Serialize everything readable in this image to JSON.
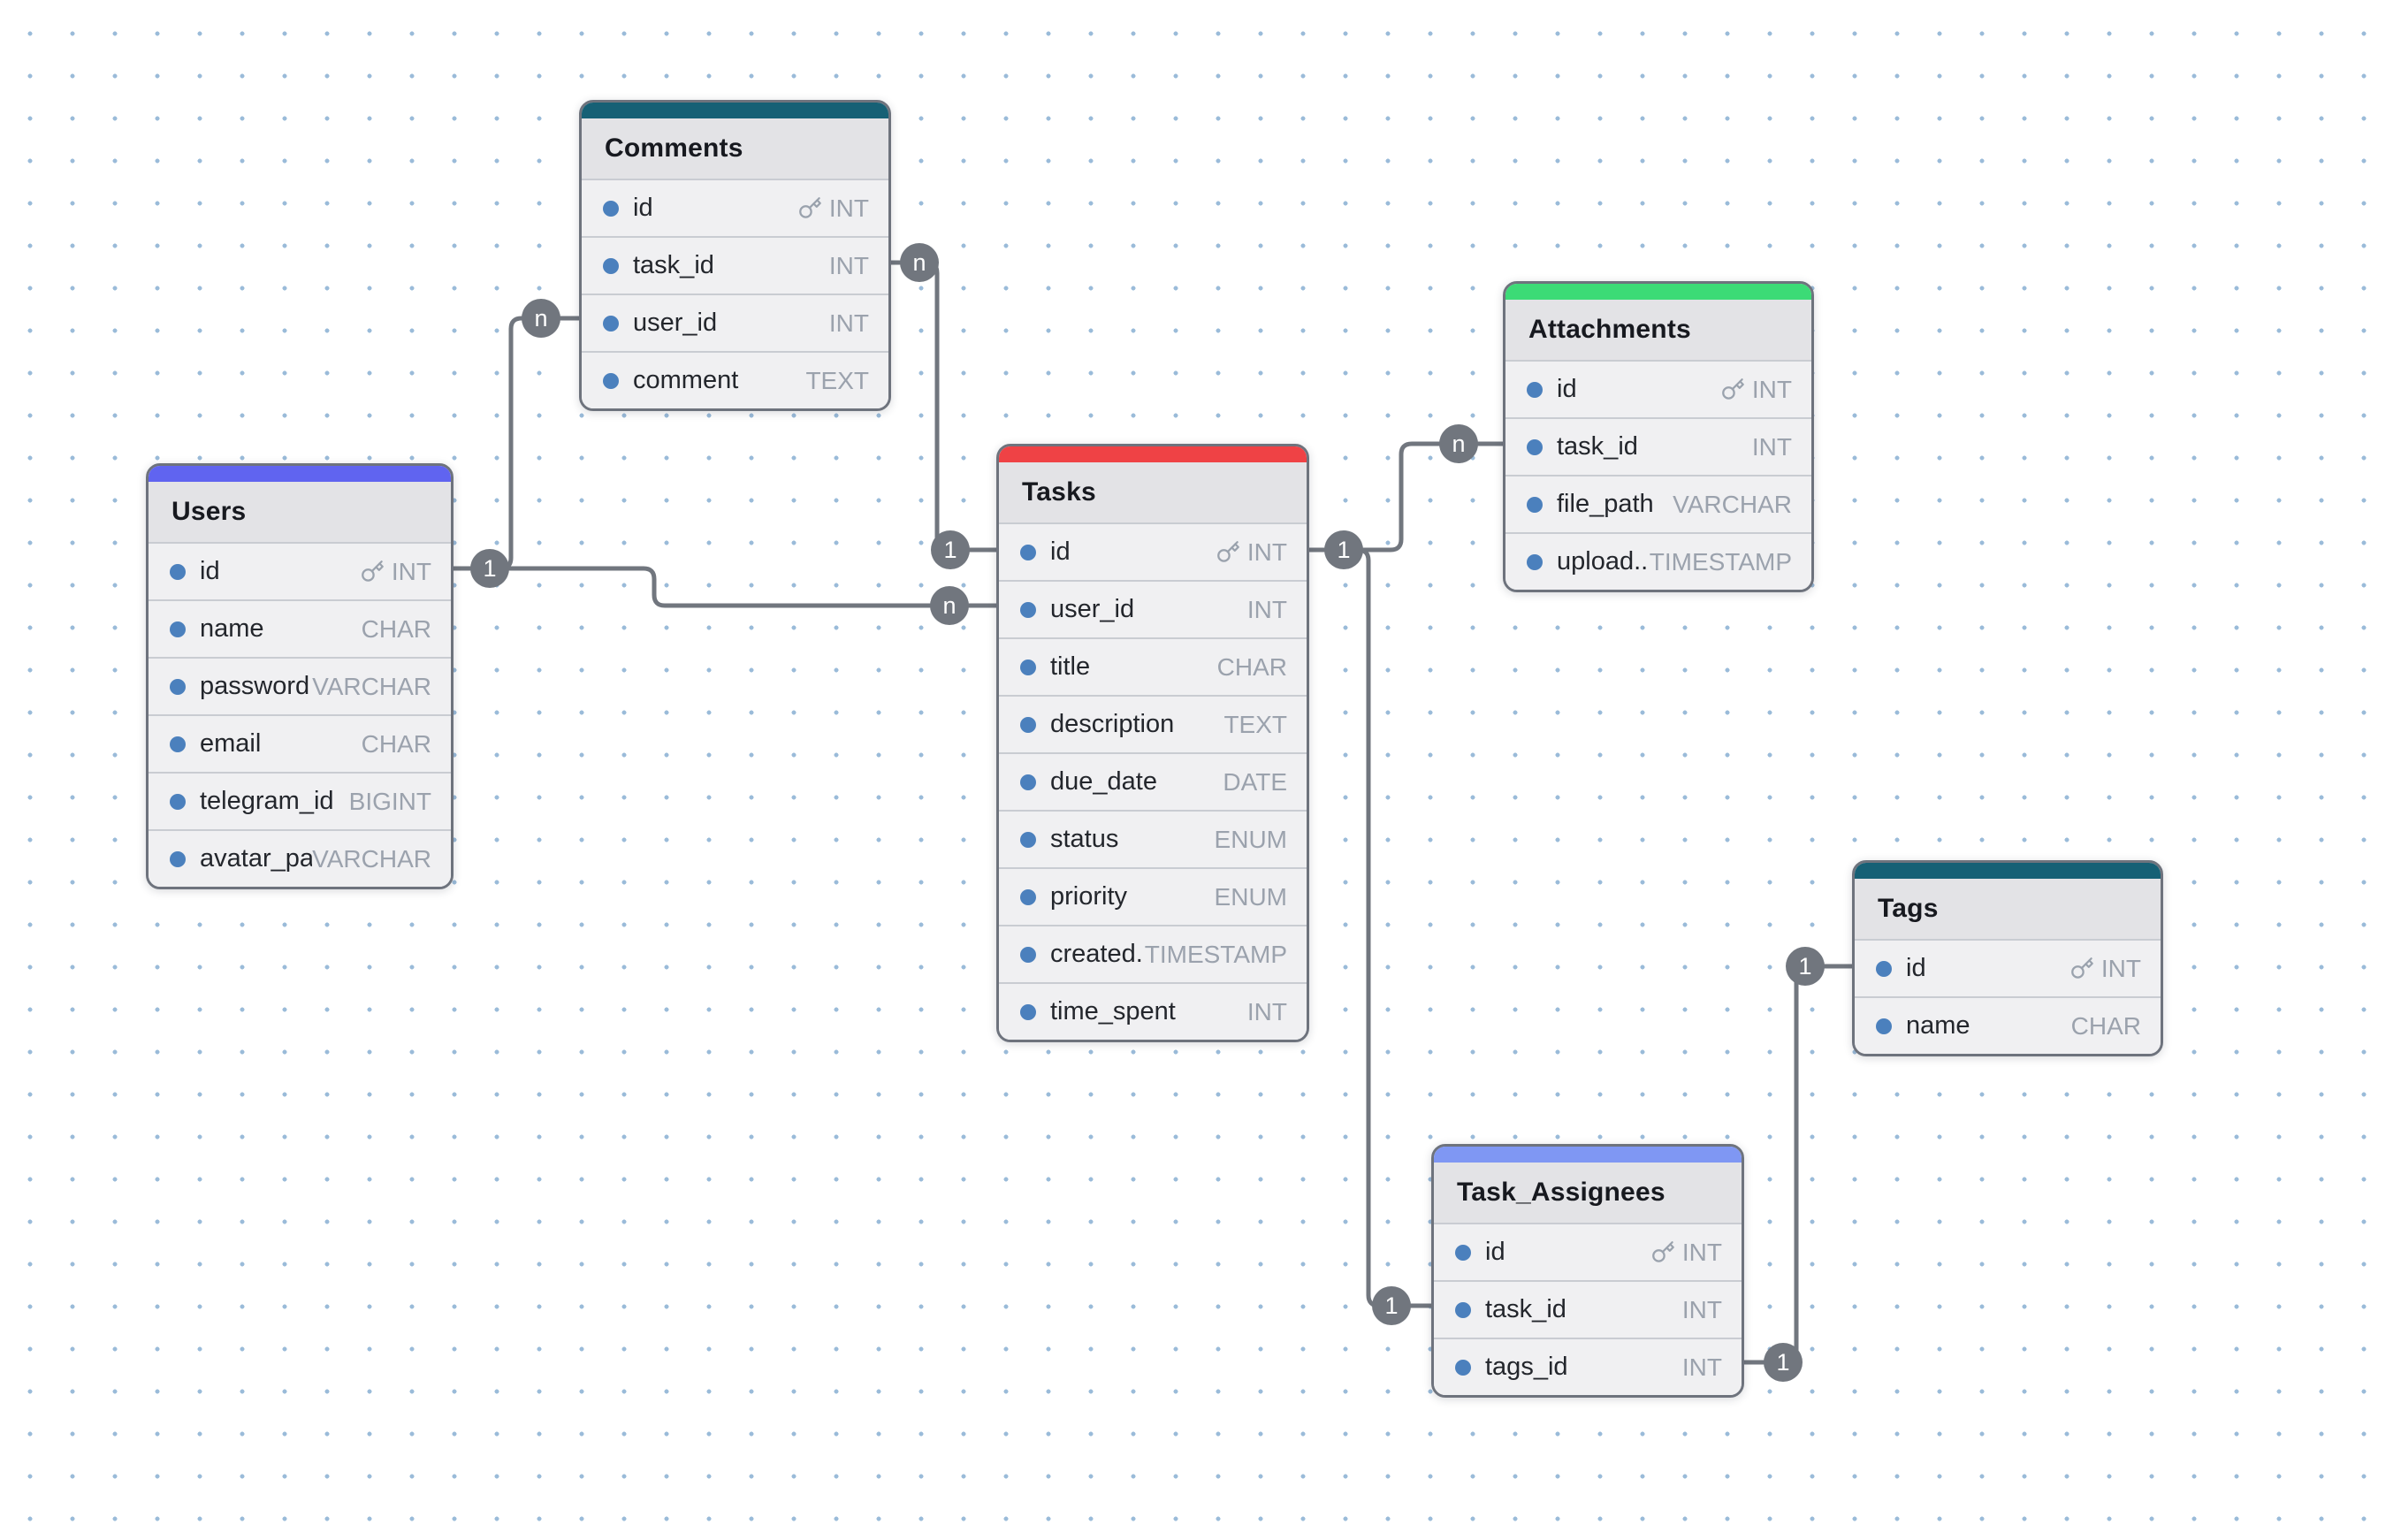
{
  "canvas": {
    "background_color": "#ffffff",
    "dot_color": "#9abbd9",
    "connector_color": "#71767e",
    "table_border_color": "#6e737d"
  },
  "tables": [
    {
      "title": "Comments",
      "accent": "#166075",
      "fields": [
        {
          "name": "id",
          "type": "INT",
          "primary_key": true
        },
        {
          "name": "task_id",
          "type": "INT"
        },
        {
          "name": "user_id",
          "type": "INT"
        },
        {
          "name": "comment",
          "type": "TEXT"
        }
      ]
    },
    {
      "title": "Users",
      "accent": "#6064f0",
      "fields": [
        {
          "name": "id",
          "type": "INT",
          "primary_key": true
        },
        {
          "name": "name",
          "type": "CHAR"
        },
        {
          "name": "password",
          "type": "VARCHAR"
        },
        {
          "name": "email",
          "type": "CHAR"
        },
        {
          "name": "telegram_id",
          "type": "BIGINT"
        },
        {
          "name": "avatar_pa...",
          "type": "VARCHAR"
        }
      ]
    },
    {
      "title": "Tasks",
      "accent": "#ef4245",
      "fields": [
        {
          "name": "id",
          "type": "INT",
          "primary_key": true
        },
        {
          "name": "user_id",
          "type": "INT"
        },
        {
          "name": "title",
          "type": "CHAR"
        },
        {
          "name": "description",
          "type": "TEXT"
        },
        {
          "name": "due_date",
          "type": "DATE"
        },
        {
          "name": "status",
          "type": "ENUM"
        },
        {
          "name": "priority",
          "type": "ENUM"
        },
        {
          "name": "created...",
          "type": "TIMESTAMP"
        },
        {
          "name": "time_spent",
          "type": "INT"
        }
      ]
    },
    {
      "title": "Attachments",
      "accent": "#3cdb76",
      "fields": [
        {
          "name": "id",
          "type": "INT",
          "primary_key": true
        },
        {
          "name": "task_id",
          "type": "INT"
        },
        {
          "name": "file_path",
          "type": "VARCHAR"
        },
        {
          "name": "upload...",
          "type": "TIMESTAMP"
        }
      ]
    },
    {
      "title": "Tags",
      "accent": "#166075",
      "fields": [
        {
          "name": "id",
          "type": "INT",
          "primary_key": true
        },
        {
          "name": "name",
          "type": "CHAR"
        }
      ]
    },
    {
      "title": "Task_Assignees",
      "accent": "#7f97f3",
      "fields": [
        {
          "name": "id",
          "type": "INT",
          "primary_key": true
        },
        {
          "name": "task_id",
          "type": "INT"
        },
        {
          "name": "tags_id",
          "type": "INT"
        }
      ]
    }
  ],
  "relationships": {
    "links": [
      {
        "from": "Users.id",
        "to": "Comments.user_id",
        "from_cardinality": "1",
        "to_cardinality": "n"
      },
      {
        "from": "Tasks.id",
        "to": "Comments.task_id",
        "from_cardinality": "1",
        "to_cardinality": "n"
      },
      {
        "from": "Users.id",
        "to": "Tasks.user_id",
        "from_cardinality": "1",
        "to_cardinality": "n"
      },
      {
        "from": "Tasks.id",
        "to": "Attachments.task_id",
        "from_cardinality": "1",
        "to_cardinality": "n"
      },
      {
        "from": "Tasks.id",
        "to": "Task_Assignees.task_id",
        "from_cardinality": "1",
        "to_cardinality": "1"
      },
      {
        "from": "Tags.id",
        "to": "Task_Assignees.tags_id",
        "from_cardinality": "1",
        "to_cardinality": "1"
      }
    ],
    "badges": [
      {
        "at": "Users.id",
        "label": "1"
      },
      {
        "at": "Comments.user_id",
        "label": "n"
      },
      {
        "at": "Comments.task_id",
        "label": "n"
      },
      {
        "at": "Tasks.id",
        "label": "1"
      },
      {
        "at": "Tasks.user_id",
        "label": "n"
      },
      {
        "at": "Tasks.id-right",
        "label": "1"
      },
      {
        "at": "Attachments.task_id",
        "label": "n"
      },
      {
        "at": "Task_Assignees.task_id",
        "label": "1"
      },
      {
        "at": "Task_Assignees.tags_id",
        "label": "1"
      },
      {
        "at": "Tags.id",
        "label": "1"
      }
    ]
  }
}
